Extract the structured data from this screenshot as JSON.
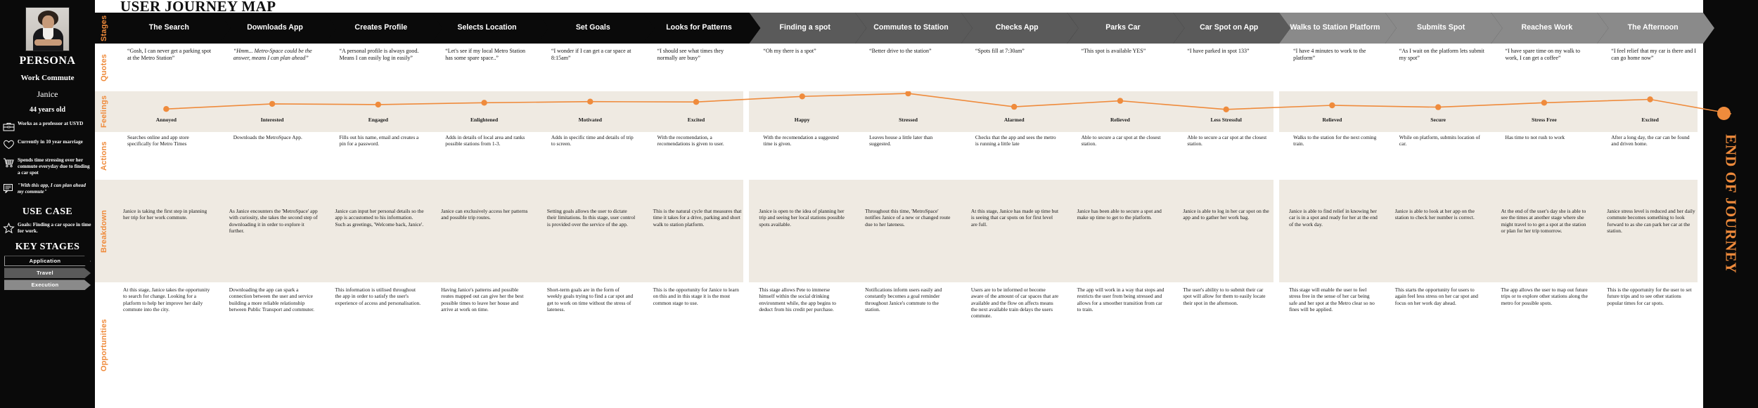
{
  "header": {
    "title": "USER JOURNEY MAP"
  },
  "end_bar": {
    "label": "END OF JOURNEY"
  },
  "colors": {
    "accent": "#ef8b3c",
    "dark": "#0a0a0a",
    "stage_application": "#0a0a0a",
    "stage_travel": "#5a5a5a",
    "stage_execution": "#8a8a8a",
    "band": "#efeae2"
  },
  "persona": {
    "heading": "PERSONA",
    "subtitle": "Work Commute",
    "name": "Janice",
    "age": "44 years old",
    "facts": [
      {
        "icon": "briefcase-icon",
        "text": "Works as a professor at USYD",
        "italic": false
      },
      {
        "icon": "heart-icon",
        "text": "Currently in 10 year marriage",
        "italic": false
      },
      {
        "icon": "cart-icon",
        "text": "Spends time stressing over her commute everyday due to finding a car spot",
        "italic": false
      },
      {
        "icon": "speech-note-icon",
        "text": "\"With this app, I can plan ahead my commute\"",
        "italic": true
      }
    ],
    "use_case": {
      "heading": "USE CASE",
      "icon": "star-icon",
      "text": "Goals: Finding a car space in time for work."
    },
    "key_stages": {
      "heading": "KEY STAGES",
      "items": [
        {
          "label": "Application",
          "color": "#0a0a0a"
        },
        {
          "label": "Travel",
          "color": "#5a5a5a"
        },
        {
          "label": "Execution",
          "color": "#8a8a8a"
        }
      ]
    }
  },
  "row_labels": [
    "Stages",
    "Quotes",
    "Feelings",
    "Actions",
    "Breakdown",
    "Opportunities"
  ],
  "chart_data": {
    "type": "line",
    "title": "Feelings",
    "xlabel": "",
    "ylabel": "",
    "categories": [
      "The Search",
      "Downloads App",
      "Creates Profile",
      "Selects Location",
      "Set Goals",
      "Looks for Patterns",
      "Finding a spot",
      "Commutes to Station",
      "Checks App",
      "Parks Car",
      "Car Spot on App",
      "Walks to Station Platform",
      "Submits Spot",
      "Reaches Work",
      "The Afternoon"
    ],
    "point_labels": [
      "Annoyed",
      "Interested",
      "Engaged",
      "Enlightened",
      "Motivated",
      "Excited",
      "Happy",
      "Stressed",
      "Alarmed",
      "Relieved",
      "Less Stressful",
      "Relieved",
      "Secure",
      "Stress Free",
      "Excited"
    ],
    "values": [
      28,
      42,
      40,
      45,
      48,
      47,
      62,
      70,
      34,
      50,
      27,
      38,
      33,
      45,
      54
    ],
    "ylim": [
      0,
      100
    ],
    "grid": false,
    "legend": "none",
    "line_color": "#ef8b3c",
    "marker": "circle"
  },
  "stages": [
    {
      "label": "The Search",
      "group": "Application",
      "quote": "“Gosh, I can never get a parking spot at the Metro Station”",
      "quote_italic": false,
      "feeling": "Annoyed",
      "action": "Searches online and  app store specifically for Metro Times",
      "breakdown": "Janice is taking the first step in planning her trip for her work commute.",
      "opportunity": "At this stage, Janice takes the opportunity to search for change. Looking for a platform to help her improve her daily commute into the city."
    },
    {
      "label": "Downloads App",
      "group": "Application",
      "quote": "“Hmm... Metro-Space could be the answer, means I can plan ahead”",
      "quote_italic": true,
      "feeling": "Interested",
      "action": "Downloads the MetroSpace App.",
      "breakdown": "As Janice encounters the 'MetroSpace' app with curiosity, she takes the second step of downloading it in order to explore it further.",
      "opportunity": "Downloading the app can spark a connection between the user and service building a more reliable relationship between Public Transport and commuter."
    },
    {
      "label": "Creates Profile",
      "group": "Application",
      "quote": "“A personal profile is always good. Means I can easily log in easily”",
      "quote_italic": false,
      "feeling": "Engaged",
      "action": "Fills out his name, email and creates a pin for a password.",
      "breakdown": "Janice can input her personal details so the app is accustomed to his information. Such as greetings, 'Welcome back, Janice'.",
      "opportunity": "This information is utilised throughout the app in order to satisfy the user's experience of access and personalisation."
    },
    {
      "label": "Selects Location",
      "group": "Application",
      "quote": "“Let's see if my local Metro Station has some spare space..”",
      "quote_italic": false,
      "feeling": "Enlightened",
      "action": "Adds in details of local area and ranks possible stations from 1-3.",
      "breakdown": "Janice can exclusively access her patterns and possible trip routes.",
      "opportunity": "Having Janice's patterns and possible routes mapped out can give her the best possible times to leave her house and arrive at work on time."
    },
    {
      "label": "Set Goals",
      "group": "Application",
      "quote": "“I wonder if I can get a car space at 8:15am”",
      "quote_italic": false,
      "feeling": "Motivated",
      "action": "Adds in specific time and details of trip to screen.",
      "breakdown": "Setting goals allows the user to dictate their limitations. In this stage, user control is provided over the service of the app.",
      "opportunity": "Short-term goals are in the form of weekly goals trying to find a car spot and get to work on time without the stress of lateness."
    },
    {
      "label": "Looks for Patterns",
      "group": "Application",
      "quote": "“I should see what times they normally are busy”",
      "quote_italic": false,
      "feeling": "Excited",
      "action": "With the recomendation, a recomendations is given to user.",
      "breakdown": "This is the natural cycle that measures that time it takes for a drive, parking and short walk to station platform.",
      "opportunity": "This is the opportunity for Janice to learn on this and in this stage it is the most common stage to use."
    },
    {
      "label": "Finding a spot",
      "group": "Travel",
      "quote": "“Oh my there is a spot”",
      "quote_italic": false,
      "feeling": "Happy",
      "action": "With the recomendation a suggested time is given.",
      "breakdown": "Janice is open to the idea of planning her trip and seeing her local stations possible spots available.",
      "opportunity": "This stage allows Pete to immerse himself within the social drinking environment while, the app begins to deduct from his credit per purchase."
    },
    {
      "label": "Commutes to Station",
      "group": "Travel",
      "quote": "“Better drive to the station”",
      "quote_italic": false,
      "feeling": "Stressed",
      "action": "Leaves house a little later than suggested.",
      "breakdown": "Throughout this time, 'MetroSpace' notifies Janice of a new or changed route due to her lateness.",
      "opportunity": "Notifications inform users easily and constantly becomes a goal reminder throughout Janice's commute to the station."
    },
    {
      "label": "Checks App",
      "group": "Travel",
      "quote": "“Spots fill at 7:30am”",
      "quote_italic": false,
      "feeling": "Alarmed",
      "action": "Checks that the app and sees the metro is running a little late",
      "breakdown": "At this stage, Janice has made up time but is seeing that car spots on for first level are full.",
      "opportunity": "Users are to be informed or become aware of the amount of car spaces that are available and the flow on affects means the next available train delays the users commute."
    },
    {
      "label": "Parks Car",
      "group": "Travel",
      "quote": "“This spot is available YES”",
      "quote_italic": false,
      "feeling": "Relieved",
      "action": "Able to secure a car spot at the closest station.",
      "breakdown": "Janice has been able to secure a spot and make up time to get to the platform.",
      "opportunity": "The app will work in a way that stops and restricts the user from being stressed and allows for a smoother transition from car to train."
    },
    {
      "label": "Car Spot on App",
      "group": "Travel",
      "quote": "“I have parked in spot 133”",
      "quote_italic": false,
      "feeling": "Less Stressful",
      "action": "Able to secure a car spot at the closest station.",
      "breakdown": "Janice is able to log in her car spot on the app and to gather her work bag.",
      "opportunity": "The user's ability to to submit their car spot will allow for them to easily locate their spot in the afternoon."
    },
    {
      "label": "Walks to Station Platform",
      "group": "Execution",
      "quote": "“I have 4 minutes to work to the platform”",
      "quote_italic": false,
      "feeling": "Relieved",
      "action": "Walks to the station for the next coming train.",
      "breakdown": "Janice is able to find relief in knowing her car is in a spot and ready for her at the end of the work day.",
      "opportunity": "This stage will enable the user to feel stress free in the sense of her car being safe and her spot at the Metro clear so no fines will be applied."
    },
    {
      "label": "Submits Spot",
      "group": "Execution",
      "quote": "“As I wait on the platform lets submit my spot”",
      "quote_italic": false,
      "feeling": "Secure",
      "action": "While on platform, submits location of car.",
      "breakdown": "Janice is able to look at her app on the station to check her number is correct.",
      "opportunity": "This starts the opportunity for users to again feel less stress on her car spot and focus on her work day ahead."
    },
    {
      "label": "Reaches Work",
      "group": "Execution",
      "quote": "“I have spare time on my walk to work, I can get a coffee”",
      "quote_italic": false,
      "feeling": "Stress Free",
      "action": "Has time to not rush to work",
      "breakdown": "At the end of the user's day she is able to see the times at another stage where she might travel to to get a spot at the station or plan for her trip tomorrow.",
      "opportunity": "The app allows the user to map out future trips or to explore other stations along the metro for possible spots."
    },
    {
      "label": "The Afternoon",
      "group": "Execution",
      "quote": "“I feel relief that my car is there and I can go home now”",
      "quote_italic": false,
      "feeling": "Excited",
      "action": "After a long day, the car can be found and driven home.",
      "breakdown": "Janice stress level is reduced and her daily commute becomes something to look forward to as she can park her car at the station.",
      "opportunity": "This is the opportunity for the user to set future trips and to see other stations popular times for car spots."
    }
  ]
}
